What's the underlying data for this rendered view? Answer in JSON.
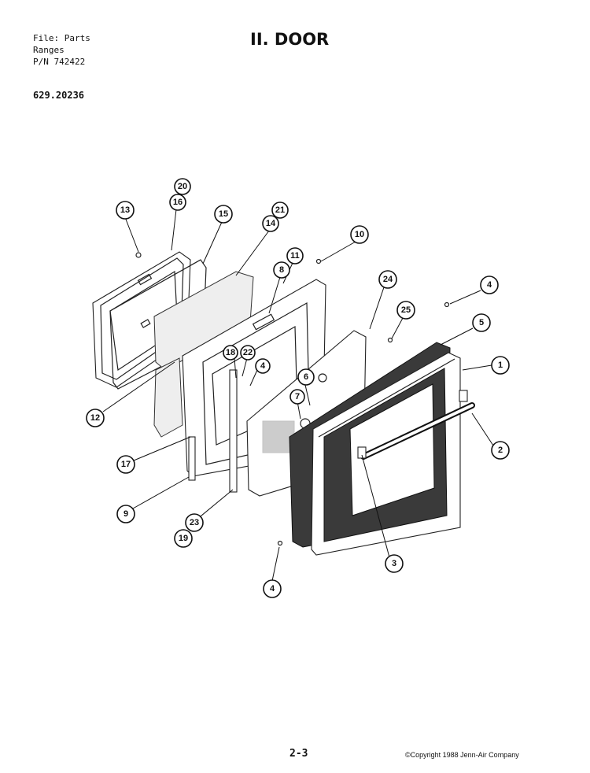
{
  "header": {
    "file_line": "File: Parts",
    "category_line": "Ranges",
    "pn_line": "P/N 742422",
    "part_code": "629.20236",
    "title": "II. DOOR"
  },
  "footer": {
    "page_number": "2-3",
    "copyright": "©Copyright 1988 Jenn-Air Company"
  },
  "callouts": [
    "1",
    "2",
    "3",
    "4",
    "4",
    "4",
    "5",
    "6",
    "7",
    "8",
    "9",
    "10",
    "11",
    "12",
    "13",
    "14",
    "15",
    "16",
    "17",
    "18",
    "19",
    "20",
    "21",
    "22",
    "23",
    "24",
    "25"
  ]
}
